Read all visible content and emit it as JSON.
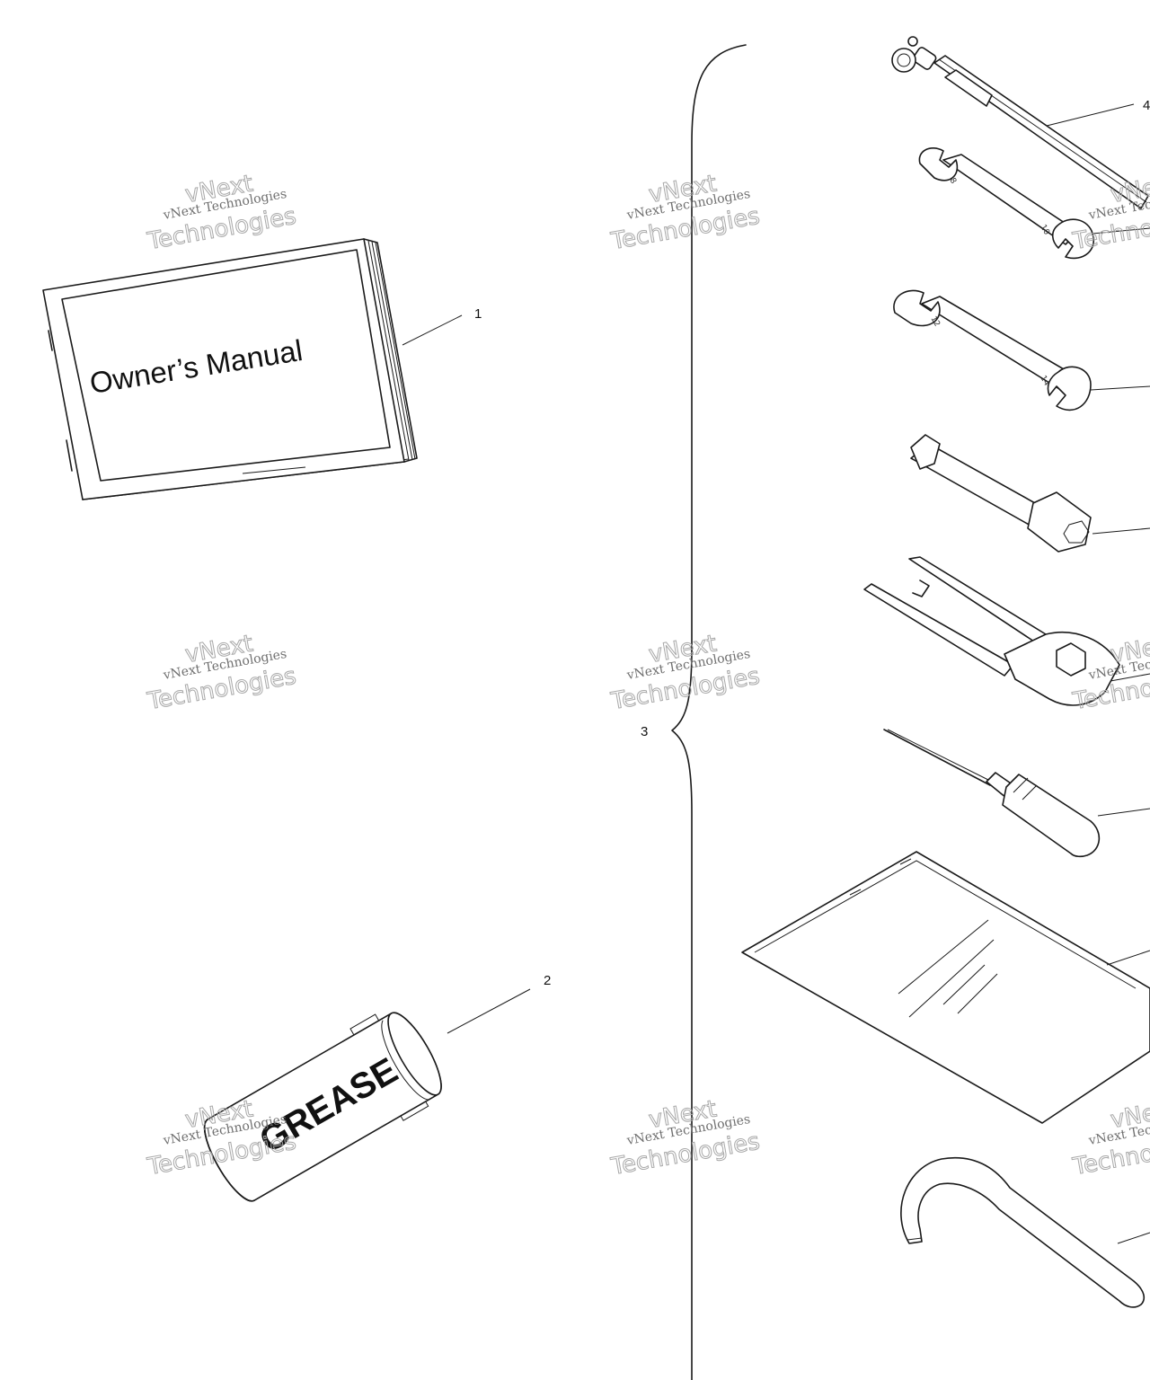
{
  "manual": {
    "title": "Owner’s Manual",
    "callout": "1"
  },
  "grease": {
    "label": "GREASE",
    "callout": "2"
  },
  "tool_kit": {
    "callout": "3",
    "pressure_gauge_callout": "4"
  },
  "wrenches": {
    "first_marks": [
      "8",
      "10"
    ],
    "second_marks": [
      "12",
      "14"
    ]
  },
  "watermark": {
    "line1": "vNext Technologies",
    "line2": "vNext",
    "line3": "Technologies"
  }
}
